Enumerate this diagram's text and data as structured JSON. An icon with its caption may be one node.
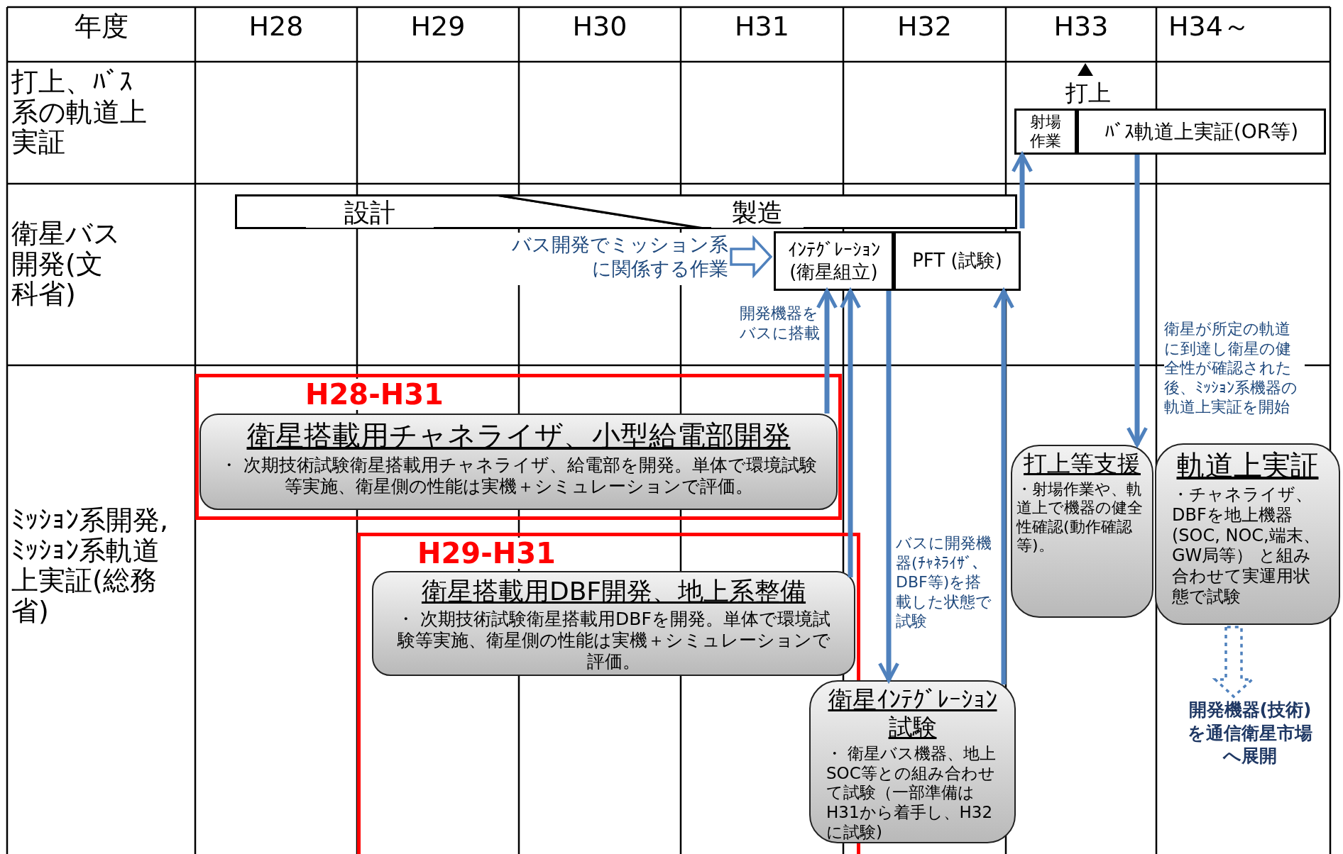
{
  "diagram": {
    "nodes": [
      {
        "text": [
          "射場作業"
        ]
      },
      {
        "text": [
          "ﾊﾞｽ軌道上実証(OR等)"
        ]
      },
      {
        "text": [
          "設計"
        ]
      },
      {
        "text": [
          "製造"
        ]
      },
      {
        "text": [
          "バス開発でミッション系に関係する作業"
        ]
      },
      {
        "text": [
          "ｲﾝﾃｸﾞﾚｰｼｮﾝ(衛星組立)"
        ]
      },
      {
        "text": [
          "PFT (試験)"
        ]
      },
      {
        "text": [
          "H28-H31"
        ]
      },
      {
        "text": [
          "衛星搭載用チャネライザ、小型給電部開発",
          "・ 次期技術試験衛星搭載用チャネライザ、給電部を開発。単体で環境試験等実施、衛星側の性能は実機＋シミュレーションで評価。"
        ],
        "in": 7
      },
      {
        "text": [
          "H29-H31"
        ]
      },
      {
        "text": [
          "衛星搭載用DBF開発、地上系整備",
          "・ 次期技術試験衛星搭載用DBFを開発。単体で環境試験等実施、衛星側の性能は実機＋シミュレーションで評価。"
        ],
        "in": 9
      },
      {
        "text": [
          "衛星ｲﾝﾃｸﾞﾚｰｼｮﾝ試験",
          "・ 衛星バス機器、地上SOC等との組み合わせて試験（一部準備はH31から着手し、H32に試験)"
        ]
      },
      {
        "text": [
          "打上等支援",
          "・射場作業や、軌道上で機器の健全性確認(動作確認等)。"
        ]
      },
      {
        "text": [
          "軌道上実証",
          "・チャネライザ、DBFを地上機器(SOC, NOC,端末、GW局等） と組み合わせて実運用状態で試験"
        ]
      },
      {
        "text": [
          "開発機器(技術)を通信衛星市場へ展開"
        ]
      }
    ],
    "edges": [
      {
        "from": 3,
        "to": 0,
        "arrow": "to"
      },
      {
        "from": 4,
        "to": 5,
        "arrow": "to"
      },
      {
        "from": 8,
        "to": 5,
        "arrow": "to",
        "label": "開発機器をバスに搭載"
      },
      {
        "from": 10,
        "to": 5,
        "arrow": "to"
      },
      {
        "from": 5,
        "to": 11,
        "arrow": "to",
        "label": "バスに開発機器(ﾁｬﾈﾗｲｻﾞ、DBF等)を搭載した状態で試験"
      },
      {
        "from": 11,
        "to": 6,
        "arrow": "to"
      },
      {
        "from": 1,
        "to": 12,
        "arrow": "to",
        "label": "衛星が所定の軌道に到達し衛星の健全性が確認された後、ﾐｯｼｮﾝ系機器の軌道上実証を開始"
      },
      {
        "from": 13,
        "to": 14,
        "arrow": "to",
        "style": "dashed"
      }
    ],
    "labels": [
      "年度",
      "H28",
      "H29",
      "H30",
      "H31",
      "H32",
      "H33",
      "H34～",
      "打上、ﾊﾞｽ系の軌道上実証",
      "打上",
      "衛星バス開発(文科省)",
      "ﾐｯｼｮﾝ系開発, ﾐｯｼｮﾝ系軌道上実証(総務省)"
    ]
  }
}
